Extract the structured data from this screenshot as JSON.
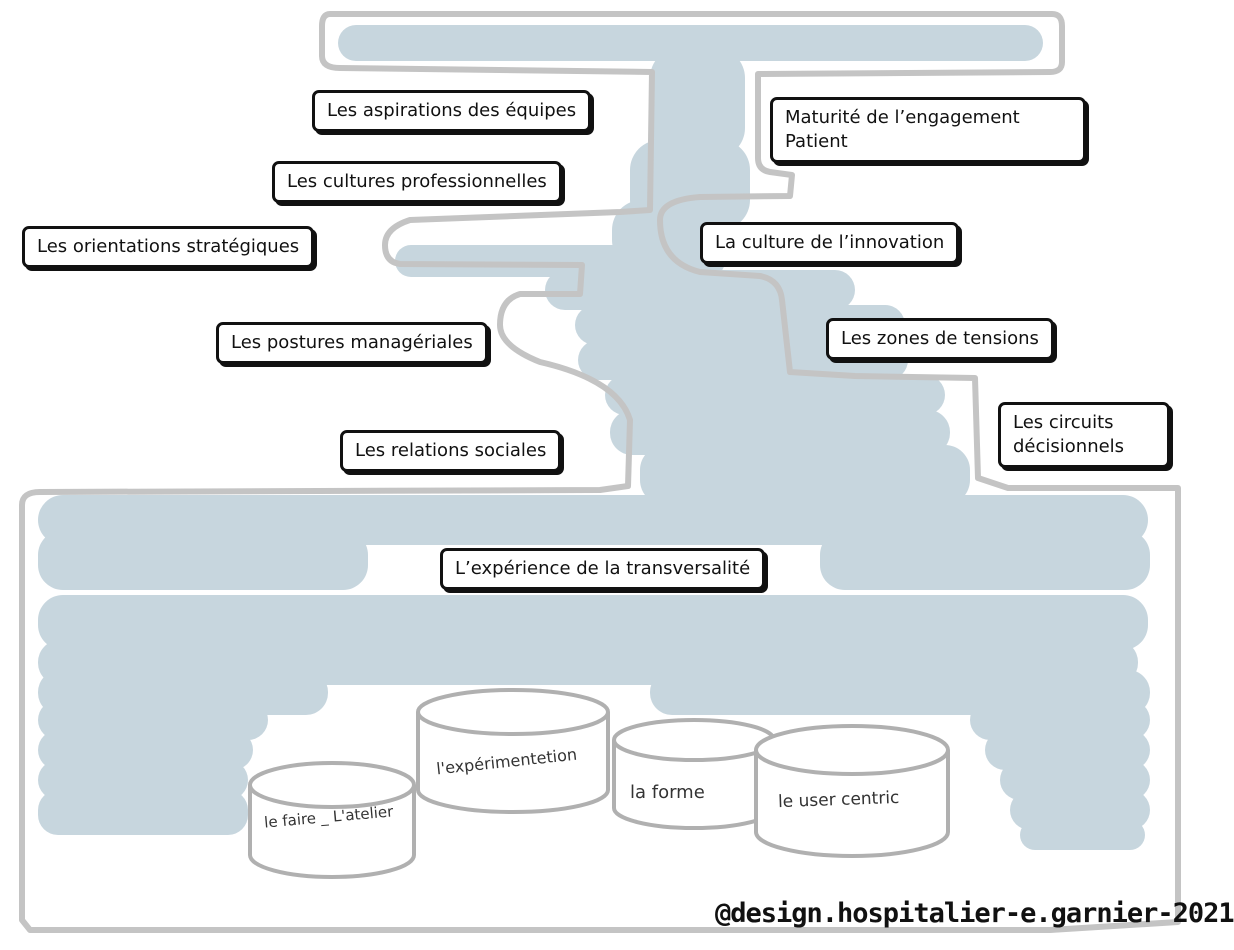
{
  "colors": {
    "wash": "#c7d6de",
    "outline": "#c4c4c4",
    "ink": "#111111",
    "cylinder_stroke": "#b0b0b0"
  },
  "labels": {
    "aspirations": "Les aspirations des équipes",
    "maturite_line1": "Maturité de l’engagement",
    "maturite_line2": "Patient",
    "cultures": "Les cultures professionnelles",
    "orientations": "Les orientations stratégiques",
    "innovation": "La culture de l’innovation",
    "postures": "Les postures managériales",
    "tensions": "Les zones de tensions",
    "circuits_line1": "Les circuits",
    "circuits_line2": "décisionnels",
    "relations": "Les relations sociales",
    "transversalite": "L’expérience de la transversalité"
  },
  "cylinders": {
    "faire": "le faire _ L'atelier",
    "experimentation": "l'expérimentetion",
    "forme": "la forme",
    "user": "le user centric"
  },
  "credit": "@design.hospitalier-e.garnier-2021"
}
